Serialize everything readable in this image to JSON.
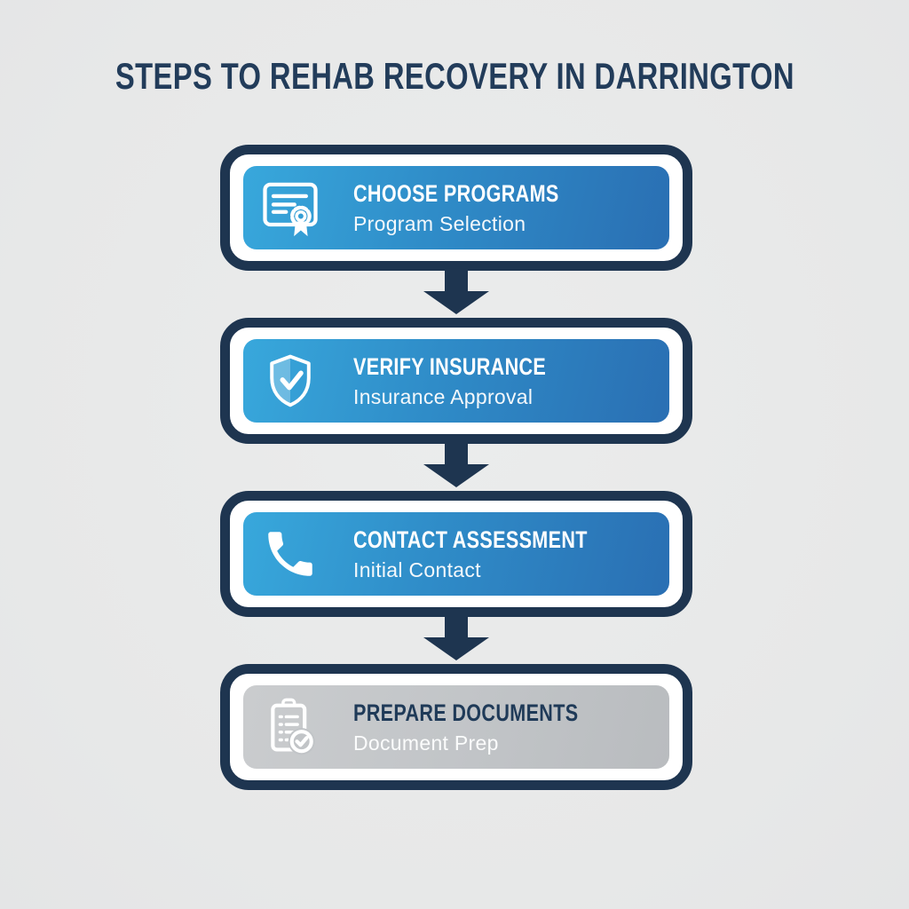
{
  "title": "STEPS TO REHAB RECOVERY IN DARRINGTON",
  "steps": [
    {
      "title": "CHOOSE PROGRAMS",
      "subtitle": "Program Selection",
      "icon": "certificate-icon",
      "variant": "blue"
    },
    {
      "title": "VERIFY INSURANCE",
      "subtitle": "Insurance Approval",
      "icon": "shield-check-icon",
      "variant": "blue"
    },
    {
      "title": "CONTACT ASSESSMENT",
      "subtitle": "Initial Contact",
      "icon": "phone-icon",
      "variant": "blue"
    },
    {
      "title": "PREPARE DOCUMENTS",
      "subtitle": "Document Prep",
      "icon": "clipboard-check-icon",
      "variant": "gray"
    }
  ],
  "colors": {
    "background": "#e9eaea",
    "navy": "#1e3550",
    "title_text": "#223c5a",
    "blue_gradient_start": "#38a8dc",
    "blue_gradient_end": "#2a6fb3",
    "gray_gradient_start": "#caccce",
    "gray_gradient_end": "#b9bcbf",
    "step_text": "#ffffff",
    "gray_step_title_text": "#1f3a58"
  }
}
